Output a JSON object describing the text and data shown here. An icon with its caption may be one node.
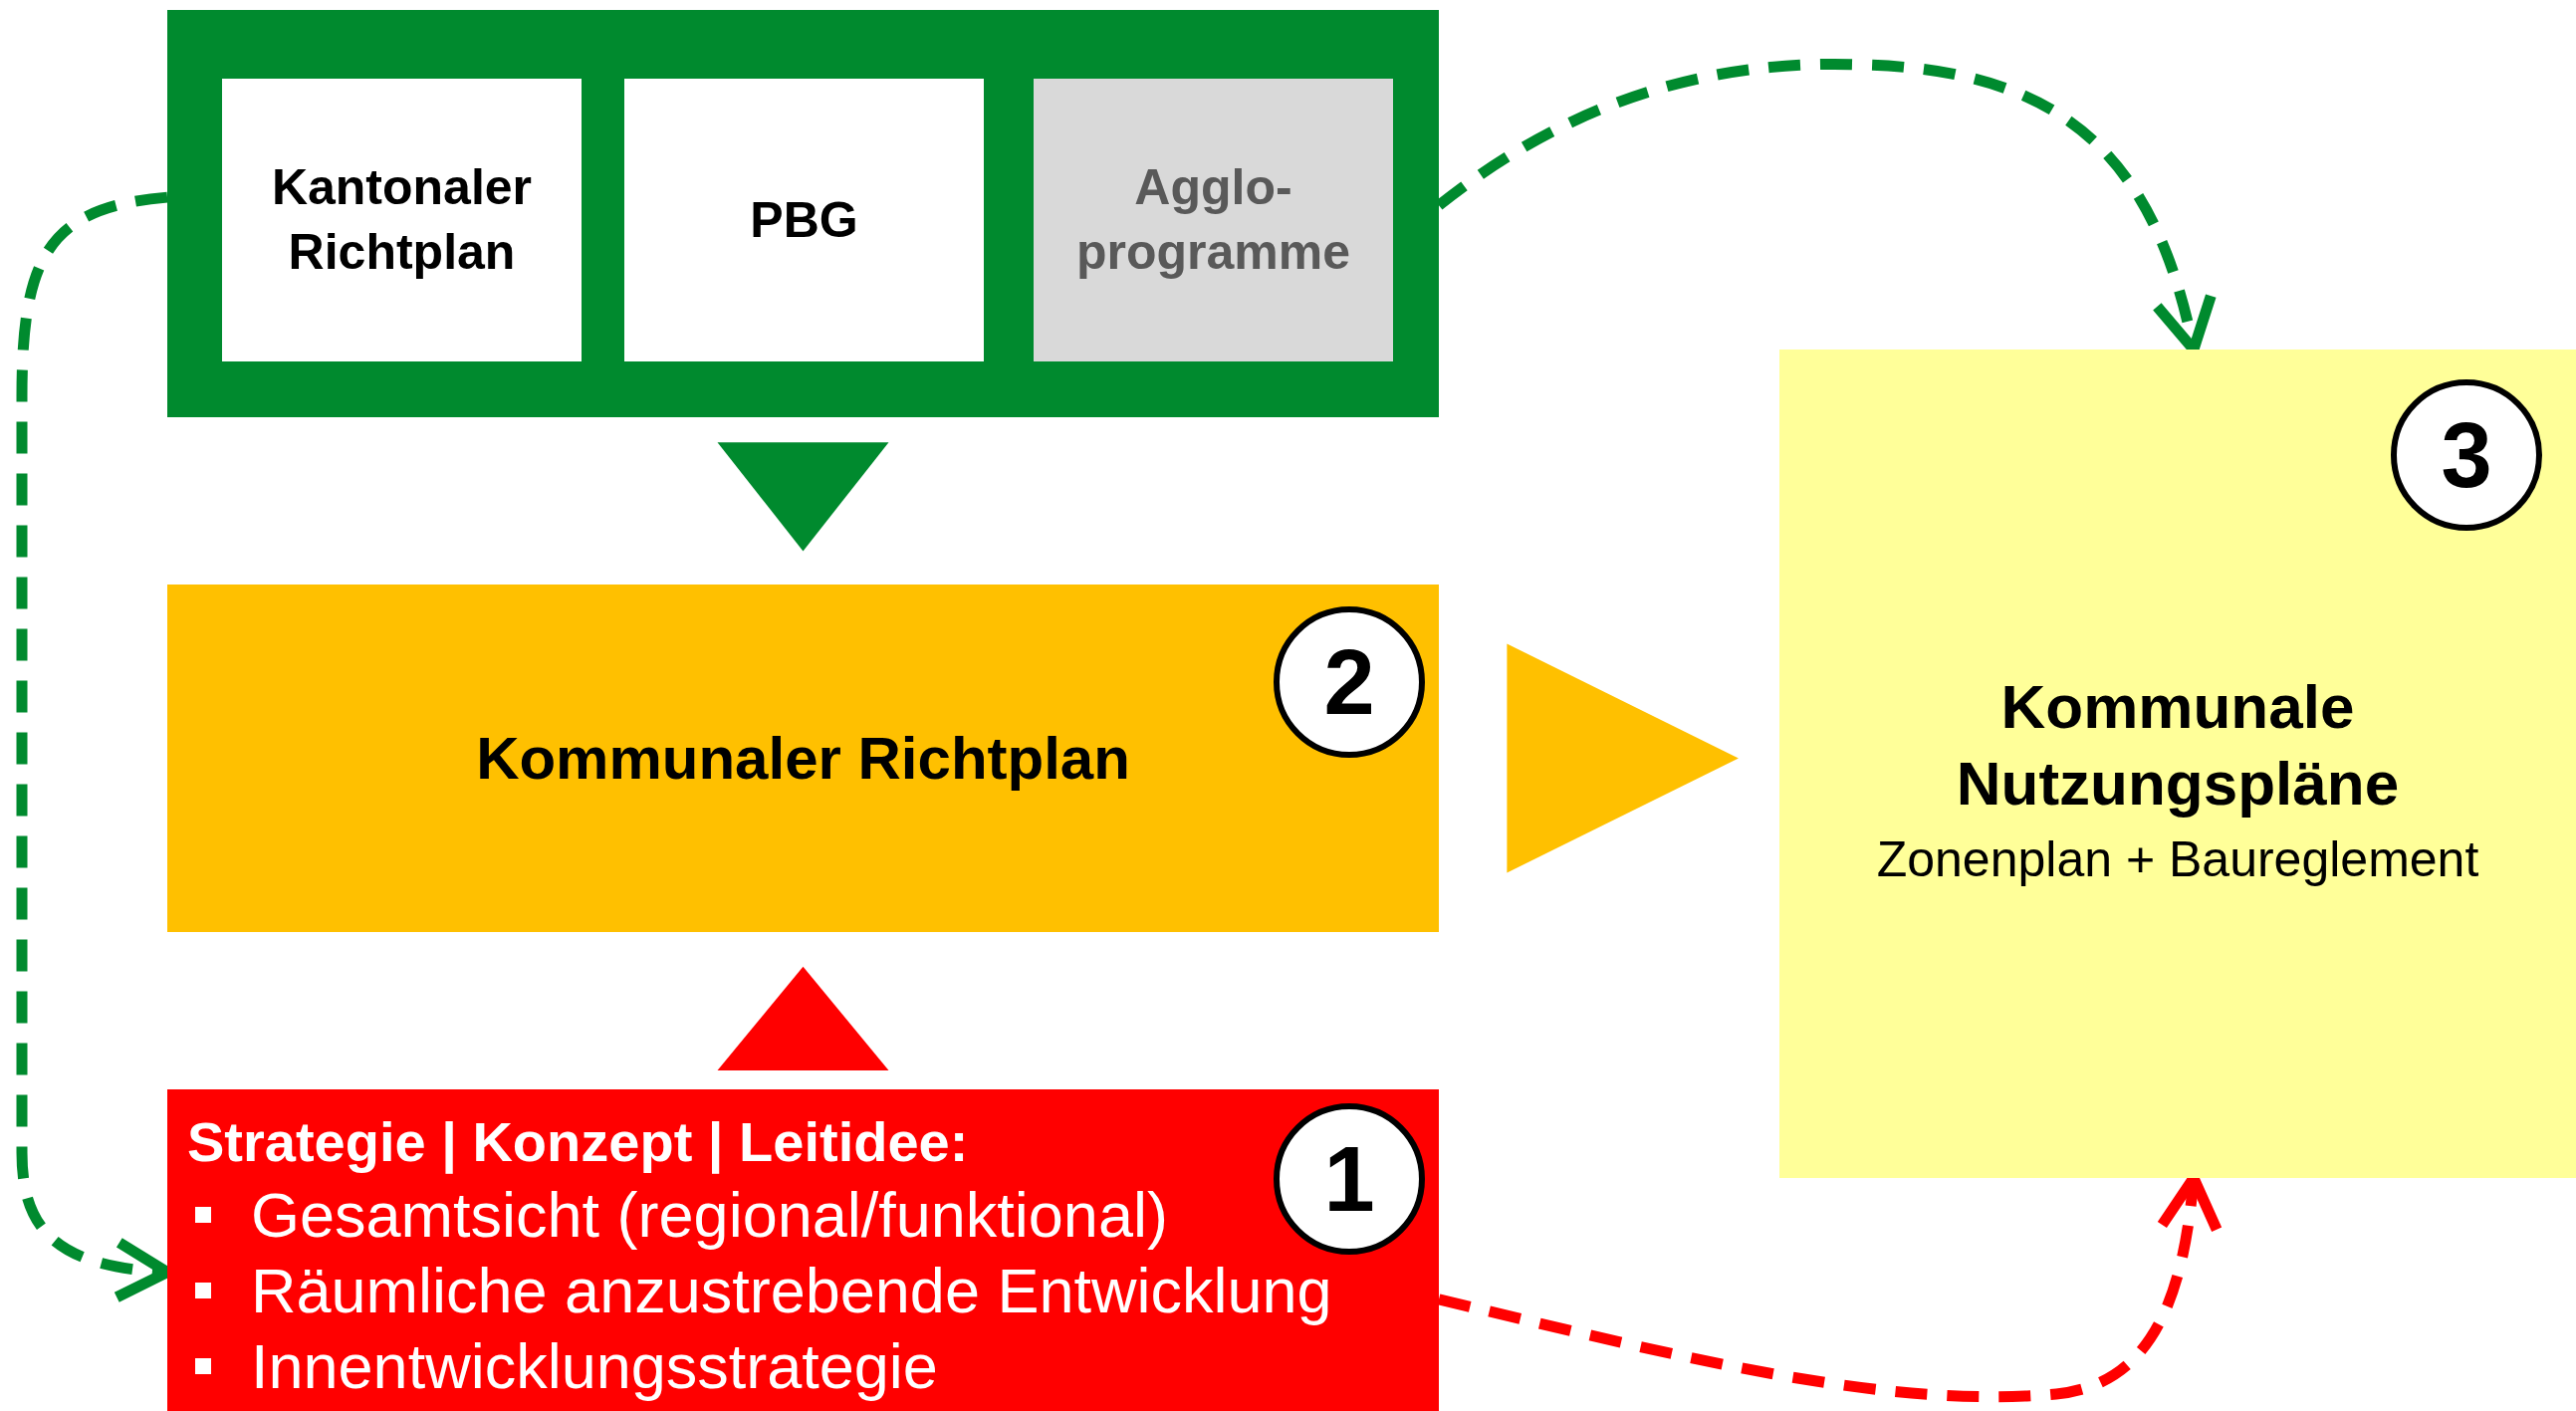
{
  "diagram": {
    "nodes": [
      {
        "text": [],
        "shape": "box"
      },
      {
        "text": [
          "Kantonaler Richtplan"
        ],
        "in": 0
      },
      {
        "text": [
          "PBG"
        ],
        "in": 0
      },
      {
        "text": [
          "Agglo-programme"
        ],
        "in": 0
      },
      {
        "text": [
          "Kommunale Nutzungspläne",
          "Zonenplan + Baureglement"
        ]
      },
      {
        "text": [
          "3"
        ],
        "in": 4
      },
      {
        "text": [
          "Kommunaler Richtplan"
        ]
      },
      {
        "text": [
          "2"
        ],
        "in": 6
      },
      {
        "text": [
          "Strategie | Konzept | Leitidee:",
          "Gesamtsicht (regional/funktional)",
          "Räumliche anzustrebende Entwicklung",
          "Innentwicklungsstrategie"
        ]
      },
      {
        "text": [
          "1"
        ],
        "in": 8
      }
    ],
    "edges": [
      {
        "from": 0,
        "to": 6,
        "arrow": "to",
        "color": "#008a2e"
      },
      {
        "from": 6,
        "to": 4,
        "arrow": "to",
        "color": "#ffc000"
      },
      {
        "from": 8,
        "to": 6,
        "arrow": "to",
        "color": "#ff0000"
      },
      {
        "from": 0,
        "to": 8,
        "arrow": "to",
        "style": "dashed",
        "color": "#008a2e"
      },
      {
        "from": 0,
        "to": 4,
        "arrow": "to",
        "style": "dashed",
        "color": "#008a2e"
      },
      {
        "from": 8,
        "to": 4,
        "arrow": "to",
        "style": "dashed",
        "color": "#ff0000"
      }
    ]
  }
}
